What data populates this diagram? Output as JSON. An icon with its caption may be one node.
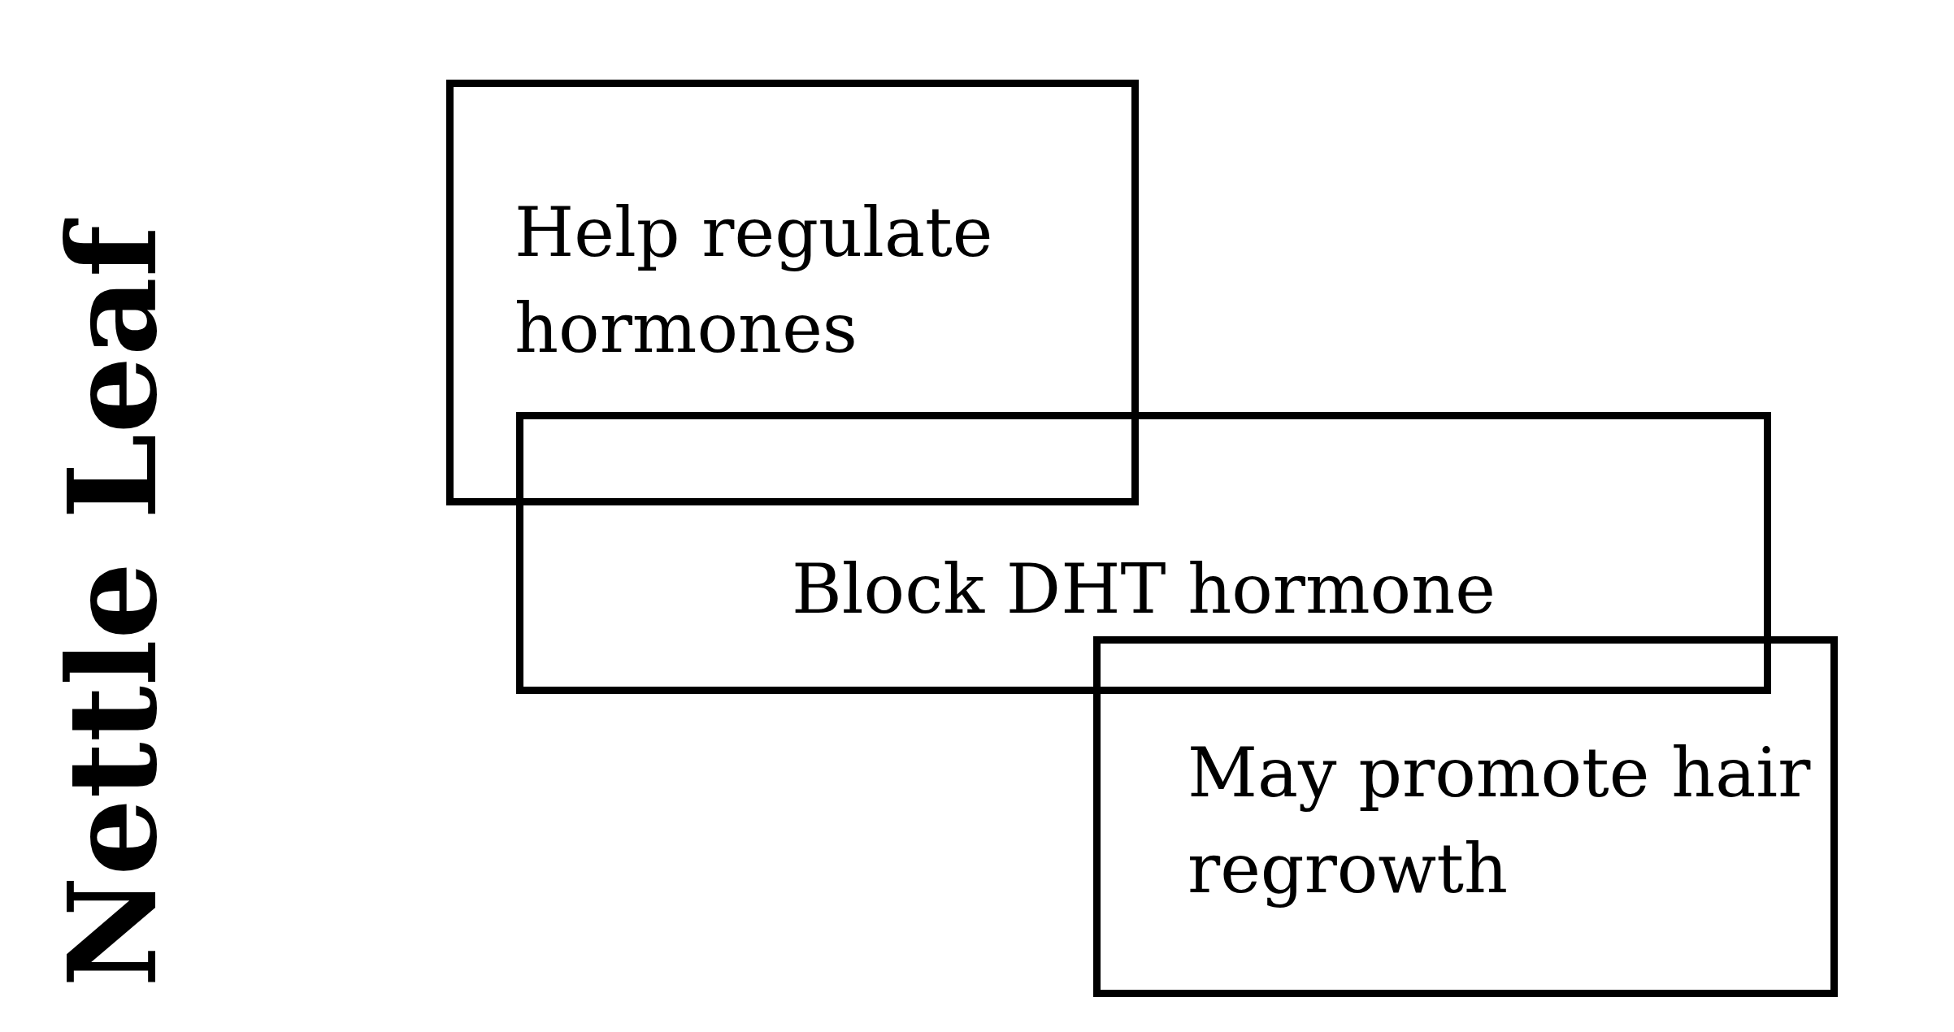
{
  "diagram": {
    "title": "Nettle Leaf",
    "nodes": [
      {
        "text": [
          "Help regulate hormones"
        ]
      },
      {
        "text": [
          "Block DHT hormone"
        ]
      },
      {
        "text": [
          "May promote hair regrowth"
        ]
      }
    ]
  }
}
